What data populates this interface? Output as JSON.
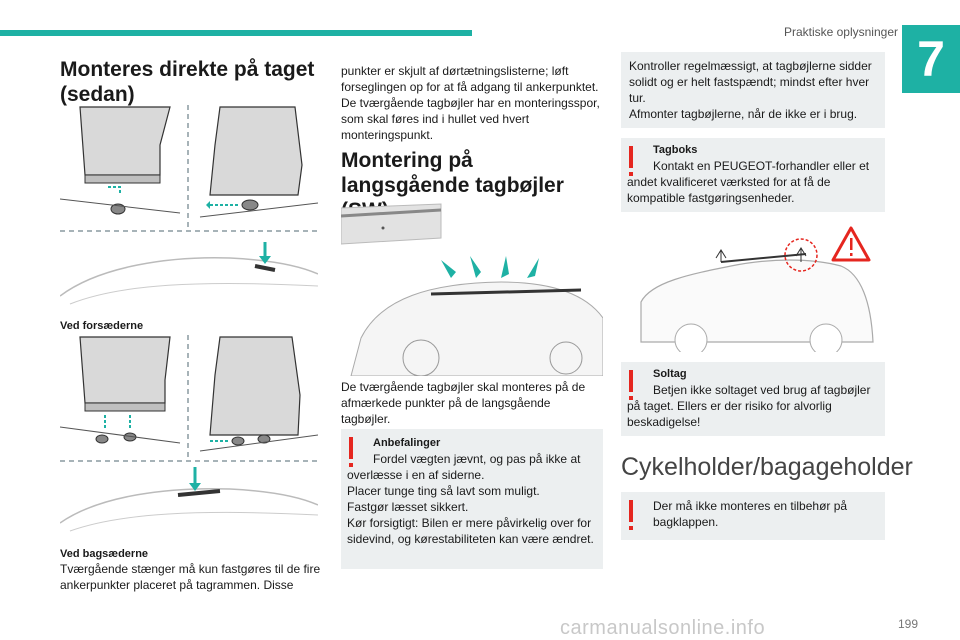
{
  "header": {
    "section_title": "Praktiske oplysninger",
    "chapter_number": "7"
  },
  "col1": {
    "title": "Monteres direkte på taget (sedan)",
    "caption_front": "Ved forsæderne",
    "caption_rear": "Ved bagsæderne",
    "text": "Tværgående stænger må kun fastgøres til de fire ankerpunkter placeret på tagrammen. Disse"
  },
  "col2": {
    "text_continued": "punkter er skjult af dørtætningslisterne; løft forseglingen op for at få adgang til ankerpunktet. De tværgående tagbøjler har en monteringsspor, som skal føres ind i hullet ved hvert monteringspunkt.",
    "title": "Montering på langsgående tagbøjler (SW)",
    "text_sw": "De tværgående tagbøjler skal monteres på de afmærkede punkter på de langsgående tagbøjler.",
    "recommendations": {
      "title": "Anbefalinger",
      "lines": [
        "Fordel vægten jævnt, og pas på ikke at overlæsse i en af siderne.",
        "Placer tunge ting så lavt som muligt.",
        "Fastgør læsset sikkert.",
        "Kør forsigtigt: Bilen er mere påvirkelig over for sidevind, og kørestabiliteten kan være ændret."
      ]
    }
  },
  "col3": {
    "check_text": "Kontroller regelmæssigt, at tagbøjlerne sidder solidt og er helt fastspændt; mindst efter hver tur.",
    "remove_text": "Afmonter tagbøjlerne, når de ikke er i brug.",
    "roofbox": {
      "title": "Tagboks",
      "body": "Kontakt en PEUGEOT-forhandler eller et andet kvalificeret værksted for at få de kompatible fastgøringsenheder."
    },
    "sunroof": {
      "title": "Soltag",
      "body": "Betjen ikke soltaget ved brug af tagbøjler på taget. Ellers er der risiko for alvorlig beskadigelse!"
    },
    "title": "Cykelholder/bagageholder",
    "tailgate_text": "Der må ikke monteres en tilbehør på bagklappen."
  },
  "footer": {
    "page_number": "199",
    "watermark": "carmanualsonline.info"
  },
  "colors": {
    "accent": "#1eb1a4",
    "warning": "#e5261f",
    "box_background": "#eceff0"
  }
}
